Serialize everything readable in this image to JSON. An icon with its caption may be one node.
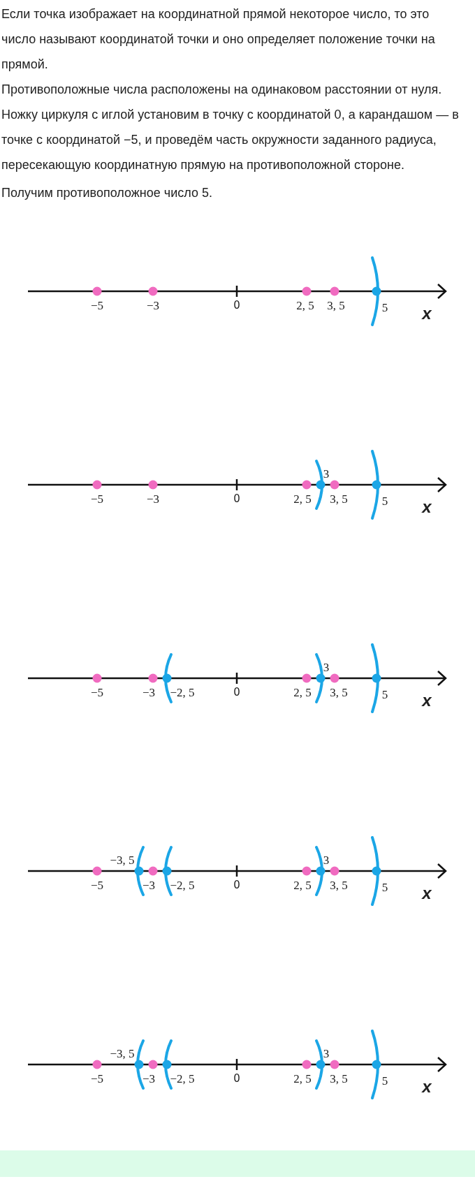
{
  "diagram": {
    "labels": [
      "Если точка изображает на координатной прямой некоторое число, то это число называют координатой точки и оно определяет положение точки на прямой.",
      "Противоположные числа расположены на одинаковом расстоянии от нуля.",
      "Ножку циркуля с иглой установим в точку с координатой 0, а карандашом — в точке с координатой −5, и проведём часть окружности заданного радиуса, пересекающую координатную прямую на противоположной стороне.",
      "Получим противоположное число 5.",
      "−5",
      "−3",
      "0",
      "2, 5",
      "3, 5",
      "5",
      "x",
      "3",
      "−5",
      "−3",
      "0",
      "2, 5",
      "3, 5",
      "5",
      "x",
      "3",
      "−5",
      "−3",
      "−2, 5",
      "0",
      "2, 5",
      "3, 5",
      "5",
      "x",
      "−3, 5",
      "3",
      "−5",
      "−3",
      "−2, 5",
      "0",
      "2, 5",
      "3, 5",
      "5",
      "x",
      "−3, 5",
      "3",
      "−5",
      "−3",
      "−2, 5",
      "0",
      "2, 5",
      "3, 5",
      "5",
      "x"
    ]
  }
}
